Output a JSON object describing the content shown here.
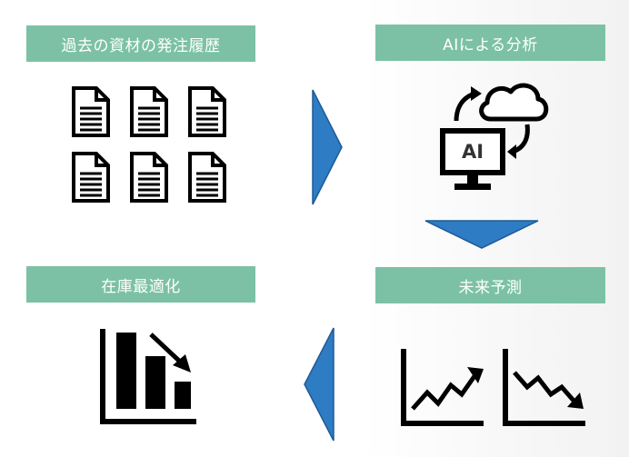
{
  "steps": {
    "history": {
      "label": "過去の資材の発注履歴",
      "icon": "document-icon",
      "document_count": 6
    },
    "ai_analysis": {
      "label": "AIによる分析",
      "icon": "ai-cloud-computer-icon",
      "monitor_text": "AI"
    },
    "forecast": {
      "label": "未来予測",
      "icons": [
        "trend-up-chart-icon",
        "trend-down-chart-icon"
      ]
    },
    "optimization": {
      "label": "在庫最適化",
      "icon": "declining-bar-chart-icon"
    }
  },
  "flow": [
    "history",
    "ai_analysis",
    "forecast",
    "optimization"
  ],
  "colors": {
    "label_background": "#7cc1a6",
    "label_text": "#ffffff",
    "arrow_fill": "#2e7cc4",
    "icon": "#000000"
  }
}
